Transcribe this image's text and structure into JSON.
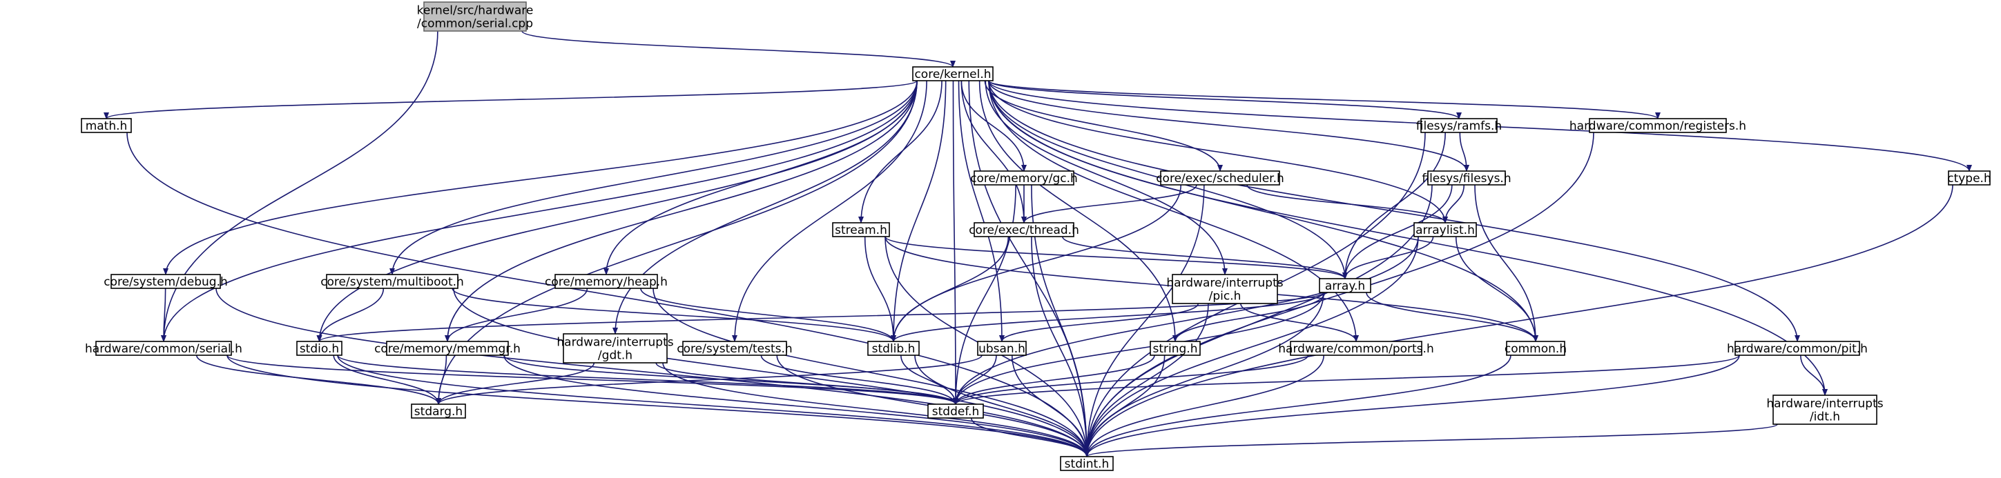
{
  "graph": {
    "root": "kernel/src/hardware/common/serial.cpp",
    "nodes": [
      {
        "id": "serial_cpp",
        "label": [
          "kernel/src/hardware",
          "/common/serial.cpp"
        ],
        "root": true
      },
      {
        "id": "kernel_h",
        "label": [
          "core/kernel.h"
        ]
      },
      {
        "id": "math_h",
        "label": [
          "math.h"
        ]
      },
      {
        "id": "ramfs_h",
        "label": [
          "filesys/ramfs.h"
        ]
      },
      {
        "id": "registers_h",
        "label": [
          "hardware/common/registers.h"
        ]
      },
      {
        "id": "ctype_h",
        "label": [
          "ctype.h"
        ]
      },
      {
        "id": "gc_h",
        "label": [
          "core/memory/gc.h"
        ]
      },
      {
        "id": "scheduler_h",
        "label": [
          "core/exec/scheduler.h"
        ]
      },
      {
        "id": "filesys_h",
        "label": [
          "filesys/filesys.h"
        ]
      },
      {
        "id": "stream_h",
        "label": [
          "stream.h"
        ]
      },
      {
        "id": "thread_h",
        "label": [
          "core/exec/thread.h"
        ]
      },
      {
        "id": "arraylist_h",
        "label": [
          "arraylist.h"
        ]
      },
      {
        "id": "debug_h",
        "label": [
          "core/system/debug.h"
        ]
      },
      {
        "id": "multiboot_h",
        "label": [
          "core/system/multiboot.h"
        ]
      },
      {
        "id": "heap_h",
        "label": [
          "core/memory/heap.h"
        ]
      },
      {
        "id": "pic_h",
        "label": [
          "hardware/interrupts",
          "/pic.h"
        ]
      },
      {
        "id": "array_h",
        "label": [
          "array.h"
        ]
      },
      {
        "id": "serial_h",
        "label": [
          "hardware/common/serial.h"
        ]
      },
      {
        "id": "stdio_h",
        "label": [
          "stdio.h"
        ]
      },
      {
        "id": "memmgr_h",
        "label": [
          "core/memory/memmgr.h"
        ]
      },
      {
        "id": "gdt_h",
        "label": [
          "hardware/interrupts",
          "/gdt.h"
        ]
      },
      {
        "id": "tests_h",
        "label": [
          "core/system/tests.h"
        ]
      },
      {
        "id": "stdlib_h",
        "label": [
          "stdlib.h"
        ]
      },
      {
        "id": "ubsan_h",
        "label": [
          "ubsan.h"
        ]
      },
      {
        "id": "string_h",
        "label": [
          "string.h"
        ]
      },
      {
        "id": "ports_h",
        "label": [
          "hardware/common/ports.h"
        ]
      },
      {
        "id": "common_h",
        "label": [
          "common.h"
        ]
      },
      {
        "id": "pit_h",
        "label": [
          "hardware/common/pit.h"
        ]
      },
      {
        "id": "stdarg_h",
        "label": [
          "stdarg.h"
        ]
      },
      {
        "id": "stddef_h",
        "label": [
          "stddef.h"
        ]
      },
      {
        "id": "idt_h",
        "label": [
          "hardware/interrupts",
          "/idt.h"
        ]
      },
      {
        "id": "stdint_h",
        "label": [
          "stdint.h"
        ]
      }
    ],
    "edges": [
      [
        "serial_cpp",
        "kernel_h"
      ],
      [
        "serial_cpp",
        "serial_h"
      ],
      [
        "kernel_h",
        "math_h"
      ],
      [
        "kernel_h",
        "ramfs_h"
      ],
      [
        "kernel_h",
        "registers_h"
      ],
      [
        "kernel_h",
        "ctype_h"
      ],
      [
        "kernel_h",
        "gc_h"
      ],
      [
        "kernel_h",
        "scheduler_h"
      ],
      [
        "kernel_h",
        "filesys_h"
      ],
      [
        "kernel_h",
        "stream_h"
      ],
      [
        "kernel_h",
        "thread_h"
      ],
      [
        "kernel_h",
        "arraylist_h"
      ],
      [
        "kernel_h",
        "debug_h"
      ],
      [
        "kernel_h",
        "multiboot_h"
      ],
      [
        "kernel_h",
        "heap_h"
      ],
      [
        "kernel_h",
        "pic_h"
      ],
      [
        "kernel_h",
        "array_h"
      ],
      [
        "kernel_h",
        "serial_h"
      ],
      [
        "kernel_h",
        "stdio_h"
      ],
      [
        "kernel_h",
        "memmgr_h"
      ],
      [
        "kernel_h",
        "gdt_h"
      ],
      [
        "kernel_h",
        "tests_h"
      ],
      [
        "kernel_h",
        "stdlib_h"
      ],
      [
        "kernel_h",
        "ubsan_h"
      ],
      [
        "kernel_h",
        "string_h"
      ],
      [
        "kernel_h",
        "ports_h"
      ],
      [
        "kernel_h",
        "common_h"
      ],
      [
        "kernel_h",
        "pit_h"
      ],
      [
        "kernel_h",
        "stdarg_h"
      ],
      [
        "kernel_h",
        "stddef_h"
      ],
      [
        "kernel_h",
        "idt_h"
      ],
      [
        "kernel_h",
        "stdint_h"
      ],
      [
        "math_h",
        "stdint_h"
      ],
      [
        "ramfs_h",
        "filesys_h"
      ],
      [
        "ramfs_h",
        "array_h"
      ],
      [
        "ramfs_h",
        "stdint_h"
      ],
      [
        "registers_h",
        "stdint_h"
      ],
      [
        "ctype_h",
        "stdint_h"
      ],
      [
        "gc_h",
        "thread_h"
      ],
      [
        "gc_h",
        "stddef_h"
      ],
      [
        "gc_h",
        "stdint_h"
      ],
      [
        "scheduler_h",
        "thread_h"
      ],
      [
        "scheduler_h",
        "arraylist_h"
      ],
      [
        "scheduler_h",
        "stdlib_h"
      ],
      [
        "scheduler_h",
        "stdint_h"
      ],
      [
        "filesys_h",
        "arraylist_h"
      ],
      [
        "filesys_h",
        "array_h"
      ],
      [
        "filesys_h",
        "common_h"
      ],
      [
        "filesys_h",
        "stdint_h"
      ],
      [
        "stream_h",
        "array_h"
      ],
      [
        "stream_h",
        "stdlib_h"
      ],
      [
        "stream_h",
        "common_h"
      ],
      [
        "stream_h",
        "stdint_h"
      ],
      [
        "thread_h",
        "array_h"
      ],
      [
        "thread_h",
        "stdlib_h"
      ],
      [
        "thread_h",
        "stdint_h"
      ],
      [
        "arraylist_h",
        "array_h"
      ],
      [
        "arraylist_h",
        "common_h"
      ],
      [
        "arraylist_h",
        "stddef_h"
      ],
      [
        "arraylist_h",
        "stdint_h"
      ],
      [
        "debug_h",
        "serial_h"
      ],
      [
        "debug_h",
        "stdint_h"
      ],
      [
        "multiboot_h",
        "stdio_h"
      ],
      [
        "multiboot_h",
        "stdlib_h"
      ],
      [
        "multiboot_h",
        "stdint_h"
      ],
      [
        "heap_h",
        "memmgr_h"
      ],
      [
        "heap_h",
        "stdlib_h"
      ],
      [
        "heap_h",
        "stdint_h"
      ],
      [
        "pic_h",
        "ubsan_h"
      ],
      [
        "pic_h",
        "ports_h"
      ],
      [
        "pic_h",
        "stdint_h"
      ],
      [
        "array_h",
        "stdio_h"
      ],
      [
        "array_h",
        "stdlib_h"
      ],
      [
        "array_h",
        "string_h"
      ],
      [
        "array_h",
        "common_h"
      ],
      [
        "array_h",
        "stddef_h"
      ],
      [
        "array_h",
        "stdint_h"
      ],
      [
        "serial_h",
        "stdarg_h"
      ],
      [
        "serial_h",
        "stddef_h"
      ],
      [
        "serial_h",
        "stdint_h"
      ],
      [
        "stdio_h",
        "stdarg_h"
      ],
      [
        "stdio_h",
        "stddef_h"
      ],
      [
        "stdio_h",
        "stdint_h"
      ],
      [
        "memmgr_h",
        "stdarg_h"
      ],
      [
        "memmgr_h",
        "stddef_h"
      ],
      [
        "memmgr_h",
        "stdint_h"
      ],
      [
        "gdt_h",
        "stdarg_h"
      ],
      [
        "gdt_h",
        "stddef_h"
      ],
      [
        "gdt_h",
        "stdint_h"
      ],
      [
        "tests_h",
        "stddef_h"
      ],
      [
        "tests_h",
        "stdint_h"
      ],
      [
        "stdlib_h",
        "stddef_h"
      ],
      [
        "stdlib_h",
        "stdint_h"
      ],
      [
        "ubsan_h",
        "stdarg_h"
      ],
      [
        "ubsan_h",
        "stddef_h"
      ],
      [
        "ubsan_h",
        "stdint_h"
      ],
      [
        "string_h",
        "stddef_h"
      ],
      [
        "string_h",
        "stdint_h"
      ],
      [
        "ports_h",
        "stddef_h"
      ],
      [
        "ports_h",
        "stdint_h"
      ],
      [
        "common_h",
        "stdint_h"
      ],
      [
        "pit_h",
        "idt_h"
      ],
      [
        "pit_h",
        "stddef_h"
      ],
      [
        "pit_h",
        "stdint_h"
      ],
      [
        "stddef_h",
        "stdint_h"
      ],
      [
        "idt_h",
        "stdint_h"
      ]
    ]
  },
  "colors": {
    "edge": "#191970",
    "node_border": "#000000",
    "root_fill": "#bfbfbf",
    "root_border": "#666666",
    "background": "#ffffff"
  }
}
